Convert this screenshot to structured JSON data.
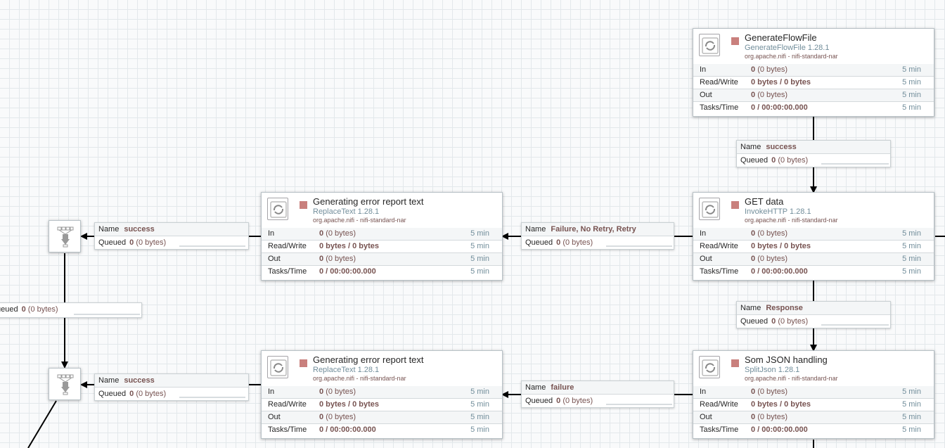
{
  "processors": [
    {
      "id": "generateflowfile",
      "name": "GenerateFlowFile",
      "type": "GenerateFlowFile 1.28.1",
      "bundle": "org.apache.nifi - nifi-standard-nar",
      "stats": {
        "in": {
          "label": "In",
          "value": "0",
          "sub": "(0 bytes)",
          "time": "5 min"
        },
        "rw": {
          "label": "Read/Write",
          "value": "0 bytes / 0 bytes",
          "time": "5 min"
        },
        "out": {
          "label": "Out",
          "value": "0",
          "sub": "(0 bytes)",
          "time": "5 min"
        },
        "tasks": {
          "label": "Tasks/Time",
          "value": "0 / 00:00:00.000",
          "time": "5 min"
        }
      }
    },
    {
      "id": "get-data",
      "name": "GET data",
      "type": "InvokeHTTP 1.28.1",
      "bundle": "org.apache.nifi - nifi-standard-nar",
      "stats": {
        "in": {
          "label": "In",
          "value": "0",
          "sub": "(0 bytes)",
          "time": "5 min"
        },
        "rw": {
          "label": "Read/Write",
          "value": "0 bytes / 0 bytes",
          "time": "5 min"
        },
        "out": {
          "label": "Out",
          "value": "0",
          "sub": "(0 bytes)",
          "time": "5 min"
        },
        "tasks": {
          "label": "Tasks/Time",
          "value": "0 / 00:00:00.000",
          "time": "5 min"
        }
      }
    },
    {
      "id": "error-report-1",
      "name": "Generating error report text",
      "type": "ReplaceText 1.28.1",
      "bundle": "org.apache.nifi - nifi-standard-nar",
      "stats": {
        "in": {
          "label": "In",
          "value": "0",
          "sub": "(0 bytes)",
          "time": "5 min"
        },
        "rw": {
          "label": "Read/Write",
          "value": "0 bytes / 0 bytes",
          "time": "5 min"
        },
        "out": {
          "label": "Out",
          "value": "0",
          "sub": "(0 bytes)",
          "time": "5 min"
        },
        "tasks": {
          "label": "Tasks/Time",
          "value": "0 / 00:00:00.000",
          "time": "5 min"
        }
      }
    },
    {
      "id": "som-json",
      "name": "Som JSON handling",
      "type": "SplitJson 1.28.1",
      "bundle": "org.apache.nifi - nifi-standard-nar",
      "stats": {
        "in": {
          "label": "In",
          "value": "0",
          "sub": "(0 bytes)",
          "time": "5 min"
        },
        "rw": {
          "label": "Read/Write",
          "value": "0 bytes / 0 bytes",
          "time": "5 min"
        },
        "out": {
          "label": "Out",
          "value": "0",
          "sub": "(0 bytes)",
          "time": "5 min"
        },
        "tasks": {
          "label": "Tasks/Time",
          "value": "0 / 00:00:00.000",
          "time": "5 min"
        }
      }
    },
    {
      "id": "error-report-2",
      "name": "Generating error report text",
      "type": "ReplaceText 1.28.1",
      "bundle": "org.apache.nifi - nifi-standard-nar",
      "stats": {
        "in": {
          "label": "In",
          "value": "0",
          "sub": "(0 bytes)",
          "time": "5 min"
        },
        "rw": {
          "label": "Read/Write",
          "value": "0 bytes / 0 bytes",
          "time": "5 min"
        },
        "out": {
          "label": "Out",
          "value": "0",
          "sub": "(0 bytes)",
          "time": "5 min"
        },
        "tasks": {
          "label": "Tasks/Time",
          "value": "0 / 00:00:00.000",
          "time": "5 min"
        }
      }
    }
  ],
  "connections": [
    {
      "id": "success-gff",
      "name_label": "Name",
      "name": "success",
      "queued_label": "Queued",
      "queued": "0",
      "queued_sub": "(0 bytes)"
    },
    {
      "id": "response",
      "name_label": "Name",
      "name": "Response",
      "queued_label": "Queued",
      "queued": "0",
      "queued_sub": "(0 bytes)"
    },
    {
      "id": "failure-retry",
      "name_label": "Name",
      "name": "Failure, No Retry, Retry",
      "queued_label": "Queued",
      "queued": "0",
      "queued_sub": "(0 bytes)"
    },
    {
      "id": "failure-split",
      "name_label": "Name",
      "name": "failure",
      "queued_label": "Queued",
      "queued": "0",
      "queued_sub": "(0 bytes)"
    },
    {
      "id": "success-err1",
      "name_label": "Name",
      "name": "success",
      "queued_label": "Queued",
      "queued": "0",
      "queued_sub": "(0 bytes)"
    },
    {
      "id": "success-err2",
      "name_label": "Name",
      "name": "success",
      "queued_label": "Queued",
      "queued": "0",
      "queued_sub": "(0 bytes)"
    },
    {
      "id": "funnel-link",
      "queued_label": "ueued",
      "queued": "0",
      "queued_sub": "(0 bytes)"
    }
  ],
  "icons": {
    "processor": "processor-icon",
    "funnel": "funnel-icon",
    "stopped": "stopped-state-icon"
  },
  "colors": {
    "stopped": "#c9807d",
    "accent_value": "#775351",
    "type_text": "#728e9b"
  }
}
